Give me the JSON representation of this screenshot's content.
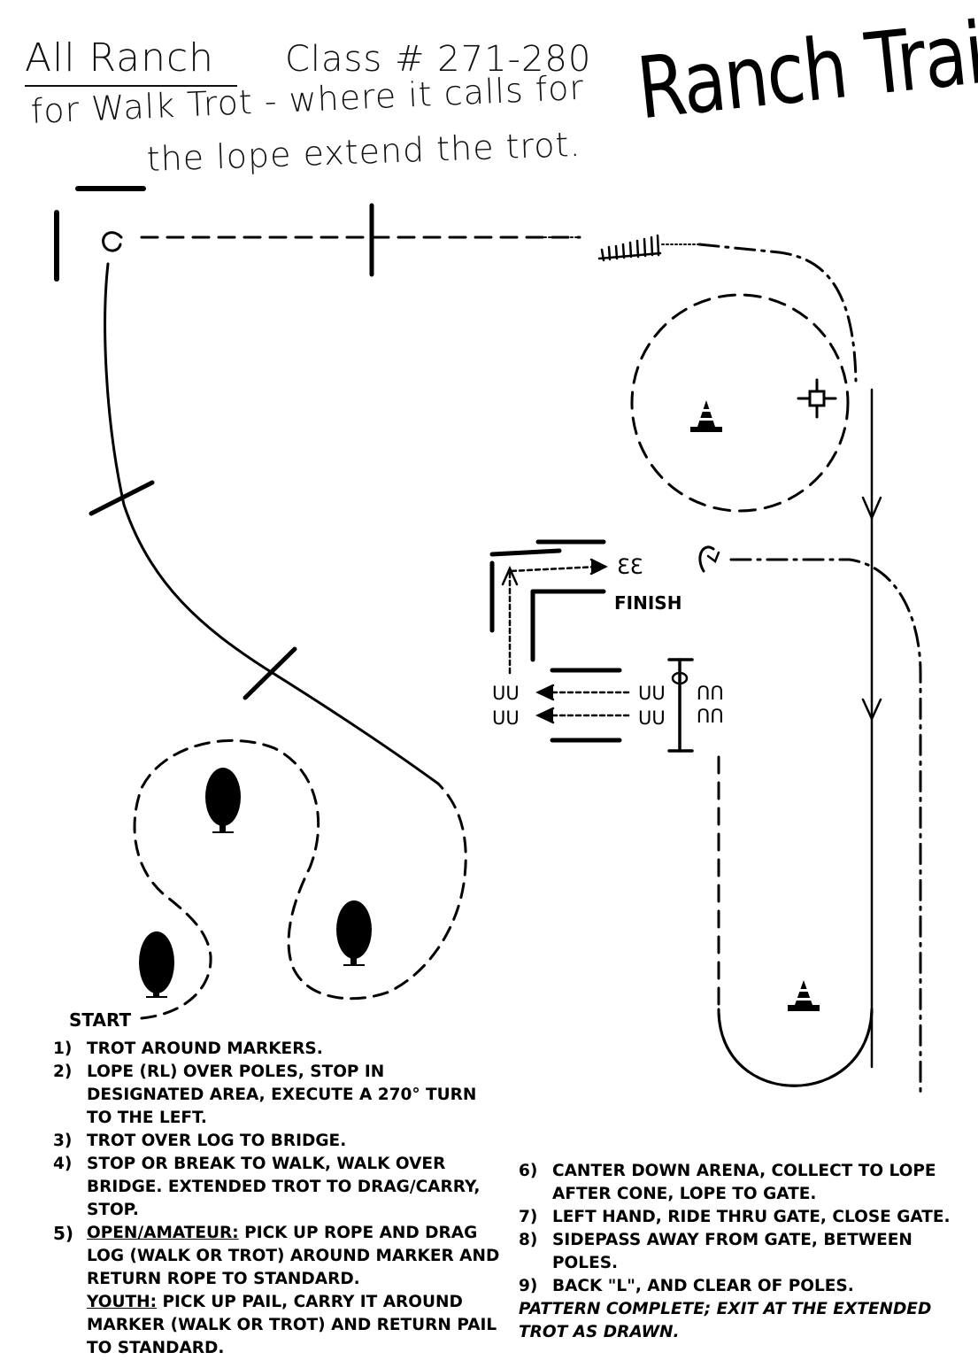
{
  "header": {
    "class_group": "All Ranch",
    "class_numbers": "Class # 271-280",
    "note_line1": "for Walk Trot - where it calls for",
    "note_line2": "the lope extend the trot.",
    "title": "Ranch Trail"
  },
  "labels": {
    "start": "START",
    "finish": "FINISH"
  },
  "steps_left": [
    {
      "num": "1)",
      "text": "TROT AROUND MARKERS."
    },
    {
      "num": "2)",
      "text": "LOPE (RL) OVER POLES, STOP IN DESIGNATED AREA, EXECUTE A 270° TURN TO THE LEFT."
    },
    {
      "num": "3)",
      "text": "TROT OVER LOG TO BRIDGE."
    },
    {
      "num": "4)",
      "text": "STOP OR BREAK TO WALK, WALK OVER BRIDGE. EXTENDED TROT TO DRAG/CARRY, STOP."
    }
  ],
  "step5": {
    "num": "5)",
    "open_label": "OPEN/AMATEUR:",
    "open_text": " PICK UP ROPE AND DRAG LOG (WALK OR TROT) AROUND MARKER AND RETURN ROPE TO STANDARD.",
    "youth_label": "YOUTH:",
    "youth_text": " PICK UP PAIL, CARRY IT AROUND MARKER  (WALK OR TROT) AND RETURN PAIL TO STANDARD."
  },
  "steps_right": [
    {
      "num": "6)",
      "text": "CANTER DOWN ARENA, COLLECT TO LOPE AFTER CONE, LOPE TO GATE."
    },
    {
      "num": "7)",
      "text": "LEFT HAND, RIDE THRU GATE, CLOSE GATE."
    },
    {
      "num": "8)",
      "text": "SIDEPASS AWAY FROM GATE, BETWEEN POLES."
    },
    {
      "num": "9)",
      "text": "BACK \"L\", AND CLEAR OF POLES."
    }
  ],
  "pattern_complete": "PATTERN COMPLETE; EXIT AT THE EXTENDED TROT AS DRAWN.",
  "hoof_marks": {
    "uu": "UU",
    "nn": "ՈՈ",
    "ee": "ƐƐ"
  },
  "icons": [
    "cone-icon",
    "tree-icon",
    "gate-icon",
    "bridge-icon",
    "drag-standard-icon",
    "stop-spot-icon",
    "turn-arrow-icon"
  ]
}
